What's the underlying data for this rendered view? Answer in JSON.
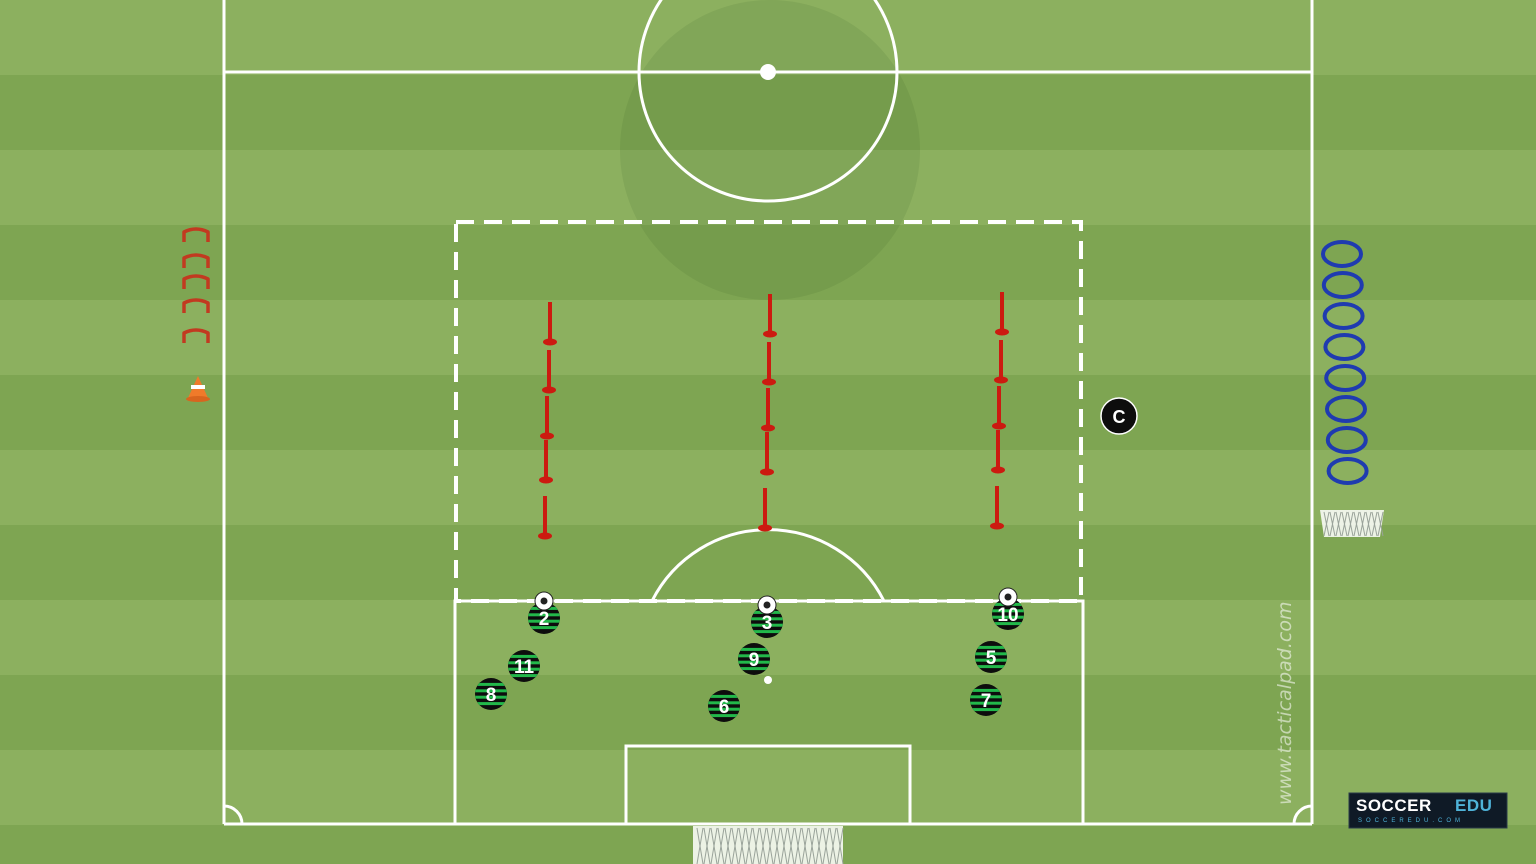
{
  "diagram": {
    "colors": {
      "grass_light": "#8cb05f",
      "grass_dark": "#7ea552",
      "lines": "#ffffff",
      "pole": "#cc1a10",
      "hoop": "#1f3bb0",
      "hurdle": "#c23a20",
      "cone": "#f07a2a",
      "player_green": "#22b84a",
      "player_black": "#0d0d0d"
    },
    "players": [
      {
        "label": "2",
        "has_ball": true
      },
      {
        "label": "11",
        "has_ball": false
      },
      {
        "label": "8",
        "has_ball": false
      },
      {
        "label": "3",
        "has_ball": true
      },
      {
        "label": "9",
        "has_ball": false
      },
      {
        "label": "6",
        "has_ball": false
      },
      {
        "label": "10",
        "has_ball": true
      },
      {
        "label": "5",
        "has_ball": false
      },
      {
        "label": "7",
        "has_ball": false
      }
    ],
    "coach": {
      "label": "C"
    },
    "equipment": {
      "hurdles_count": 5,
      "hoops_count": 8,
      "pole_rows": 3,
      "poles_per_row": 5,
      "cone_count": 1
    },
    "watermark": "www.tacticalpad.com",
    "brand": {
      "word1": "SOCCER",
      "word2": "EDU",
      "sub": "SOCCEREDU.COM"
    }
  }
}
